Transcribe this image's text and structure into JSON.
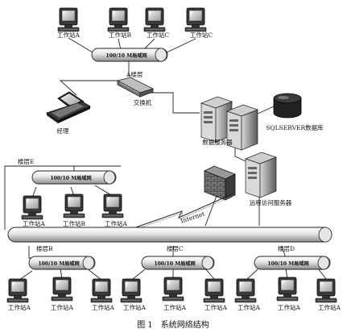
{
  "top": {
    "workstations": [
      "工作站A",
      "工作站B",
      "工作站C",
      "工作站C"
    ],
    "lan_label": "100/10 M局域网"
  },
  "core": {
    "building": "A楼层",
    "switch": "交换机",
    "manager": "经理",
    "db_server": "数据服务器",
    "db_name": "SQLSERVER数据库",
    "remote_server": "远程访问服务器",
    "internet": "Internet"
  },
  "building_e": {
    "label": "楼层E",
    "lan_label": "100/10 M局域网",
    "workstations": [
      "工作站A",
      "工作站B",
      "工作站A"
    ]
  },
  "bottom": {
    "buildings": [
      {
        "label": "楼层B",
        "lan_label": "100/10 M局域网",
        "workstations": [
          "工作站A",
          "工作站A",
          "工作站A"
        ]
      },
      {
        "label": "楼层C",
        "lan_label": "100/10 M局域网",
        "workstations": [
          "工作站A",
          "工作站A",
          "工作站A"
        ]
      },
      {
        "label": "楼层D",
        "lan_label": "100/10 M局域网",
        "workstations": [
          "工作站A",
          "工作站A",
          "工作站A"
        ]
      }
    ]
  },
  "caption": "图 1　系统网络结构"
}
